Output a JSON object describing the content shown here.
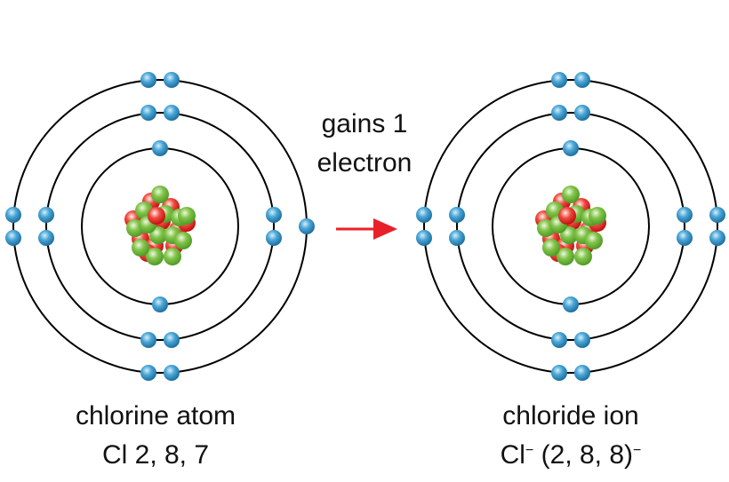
{
  "colors": {
    "electron": "#2f8fc4",
    "proton": "#e02020",
    "neutron": "#6fb53a",
    "arrow": "#e8202a",
    "shell": "#000000"
  },
  "atom": {
    "label": "chlorine atom",
    "formula": "Cl 2, 8, 7",
    "shells": [
      2,
      8,
      7
    ]
  },
  "ion": {
    "label": "chloride ion",
    "formula_symbol": "Cl",
    "formula_charge": "−",
    "formula_config": " (2, 8, 8)",
    "formula_config_charge": "−",
    "shells": [
      2,
      8,
      8
    ]
  },
  "reaction": {
    "line1": "gains 1",
    "line2": "electron"
  }
}
